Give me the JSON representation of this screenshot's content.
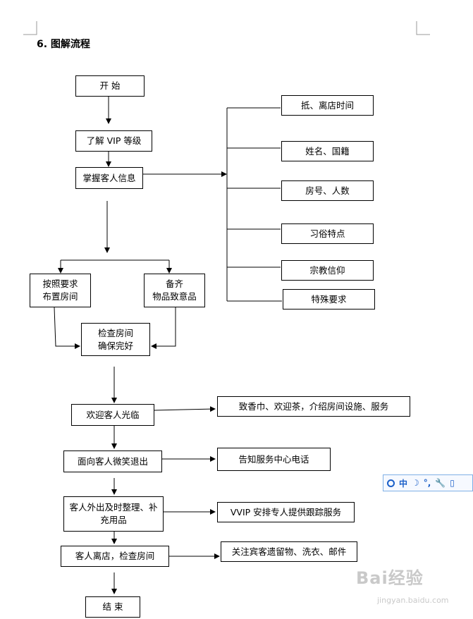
{
  "heading": "6.  图解流程",
  "nodes": {
    "start": "开  始",
    "vip_level": "了解 VIP 等级",
    "guest_info": "掌握客人信息",
    "arrange_room_l1": "按照要求",
    "arrange_room_l2": "布置房间",
    "prepare_l1": "备齐",
    "prepare_l2": "物品致意品",
    "check_room_l1": "检查房间",
    "check_room_l2": "确保完好",
    "welcome": "欢迎客人光临",
    "smile_exit": "面向客人微笑退出",
    "tidy_l1": "客人外出及时整理、补",
    "tidy_l2": "充用品",
    "departure": "客人离店，检查房间",
    "end": "结  束"
  },
  "info": {
    "arrival_time": "抵、离店时间",
    "name_nationality": "姓名、国籍",
    "room_count": "房号、人数",
    "habits": "习俗特点",
    "religion": "宗教信仰",
    "special": "特殊要求"
  },
  "actions": {
    "welcome_action": "致香巾、欢迎茶，介绍房间设施、服务",
    "service_phone": "告知服务中心电话",
    "vvip": "VVIP 安排专人提供跟踪服务",
    "lost_items": "关注宾客遗留物、洗衣、邮件"
  },
  "ime": {
    "lang": "中",
    "punct": "°,"
  },
  "watermark": {
    "brand": "Bai经验",
    "url": "jingyan.baidu.com"
  }
}
